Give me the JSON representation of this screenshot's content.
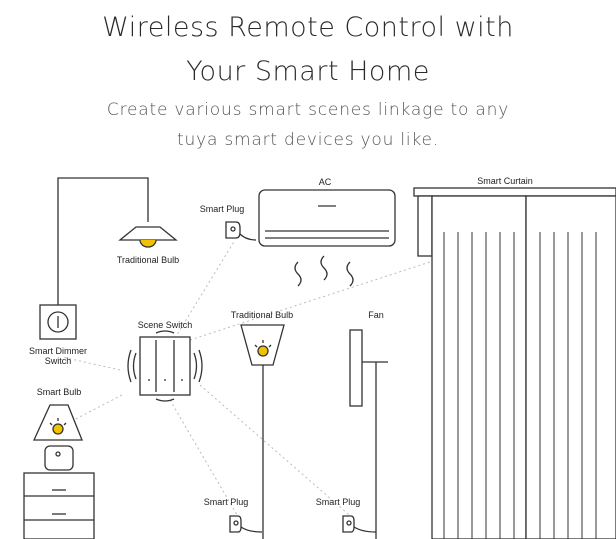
{
  "heading": {
    "title_line1": "Wireless Remote Control with",
    "title_line2": "Your Smart Home",
    "subtitle_line1": "Create various smart scenes linkage to any",
    "subtitle_line2": "tuya smart devices you like."
  },
  "labels": {
    "ac": "AC",
    "smart_curtain": "Smart Curtain",
    "smart_plug_top": "Smart Plug",
    "traditional_bulb_ceiling": "Traditional Bulb",
    "scene_switch": "Scene Switch",
    "traditional_bulb_floor": "Traditional Bulb",
    "fan": "Fan",
    "smart_dimmer_line1": "Smart Dimmer",
    "smart_dimmer_line2": "Switch",
    "smart_bulb": "Smart Bulb",
    "smart_plug_bottom_left": "Smart Plug",
    "smart_plug_bottom_right": "Smart Plug"
  },
  "colors": {
    "line": "#333333",
    "bulb_glow": "#f2c200",
    "dashed_link": "#bbbbbb"
  }
}
